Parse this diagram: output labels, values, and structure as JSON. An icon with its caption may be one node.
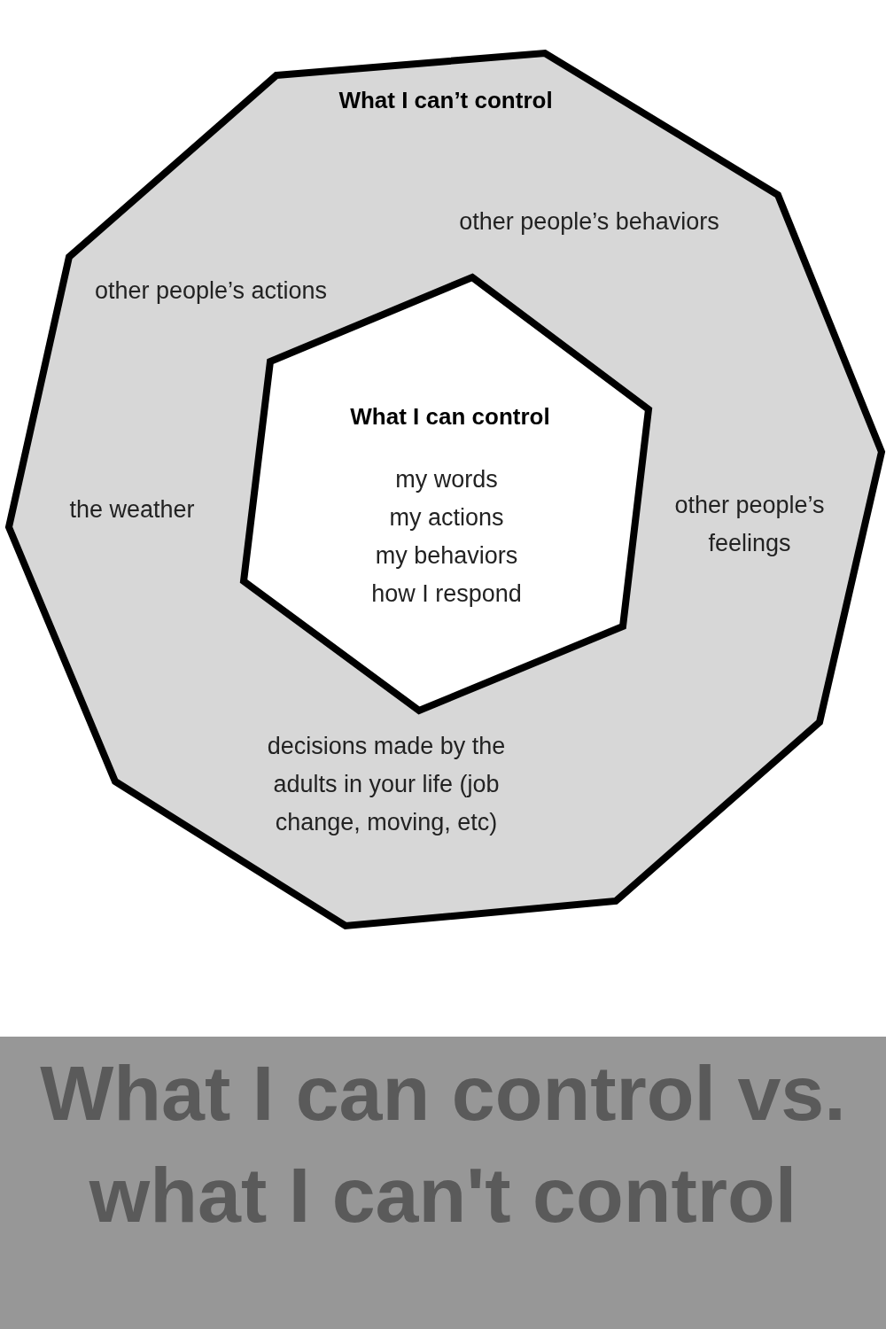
{
  "diagram": {
    "title": "What I can control vs. what I can't control",
    "nodes": [
      {
        "text": [
          "What I can’t control",
          "other people’s behaviors",
          "other people’s actions",
          "the weather",
          "other people’s feelings",
          "decisions made by the adults in your life (job change, moving, etc)"
        ]
      },
      {
        "text": [
          "What I can control",
          "my words",
          "my actions",
          "my behaviors",
          "how I respond"
        ],
        "in": 0
      }
    ]
  }
}
